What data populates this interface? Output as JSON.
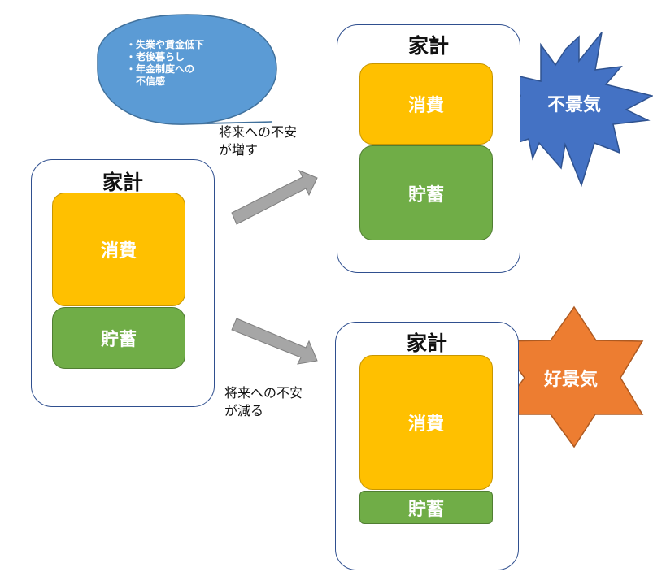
{
  "bubble": {
    "items": [
      "失業や賃金低下",
      "老後暮らし",
      "年金制度への\n不信感"
    ]
  },
  "household": {
    "title": "家計",
    "consumption_label": "消費",
    "savings_label": "貯蓄"
  },
  "arrows": {
    "up_caption": "将来への不安\nが増す",
    "down_caption": "将来への不安\nが減る"
  },
  "outcomes": {
    "recession": "不景気",
    "boom": "好景気"
  },
  "colors": {
    "consumption": "#ffc000",
    "savings": "#70ad47",
    "bubble": "#5b9bd5",
    "recession_burst": "#4472c4",
    "boom_star": "#ed7d31",
    "arrow": "#a6a6a6"
  }
}
